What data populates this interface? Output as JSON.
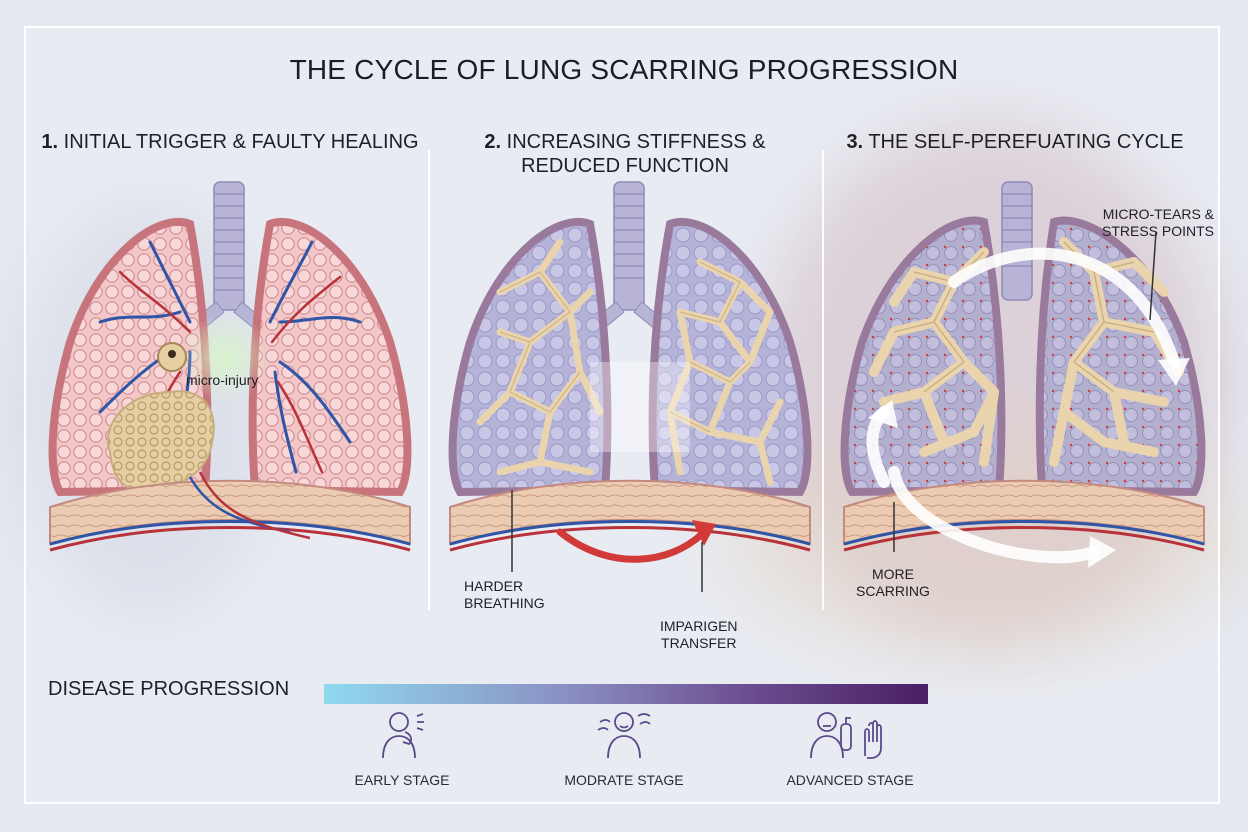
{
  "title": "THE CYCLE OF LUNG SCARRING PROGRESSION",
  "panels": [
    {
      "title_number": "1.",
      "title_text": "INITIAL TRIGGER & FAULTY HEALING",
      "labels": {
        "micro_injury": "micro-injury"
      }
    },
    {
      "title_number": "2.",
      "title_line1": "INCREASING STIFFNESS &",
      "title_line2": "REDUCED FUNCTION",
      "labels": {
        "harder_1": "HARDER",
        "harder_2": "BREATHING",
        "impair_1": "IMPARIGEN",
        "impair_2": "TRANSFER"
      }
    },
    {
      "title_number": "3.",
      "title_text": "THE SELF-PEREFUATING CYCLE",
      "labels": {
        "micro_tears_1": "MICRO-TEARS &",
        "micro_tears_2": "STRESS POINTS",
        "more_1": "MORE",
        "more_2": "SCARRING"
      }
    }
  ],
  "progression": {
    "label": "DISEASE PROGRESSION",
    "stages": [
      {
        "label": "EARLY STAGE",
        "icon": "person-coughing-icon"
      },
      {
        "label": "MODRATE STAGE",
        "icon": "person-breathless-icon"
      },
      {
        "label": "ADVANCED STAGE",
        "icon": "person-oxygen-tank-icon"
      }
    ]
  },
  "colors": {
    "lung_pink": "#d98a8f",
    "tissue_pink": "#f3c6c8",
    "scar_beige": "#e9d4ad",
    "vein_blue": "#2f55a6",
    "artery_red": "#b8323a",
    "trachea": "#b7b4d6",
    "progress_start": "#8fd9ef",
    "progress_end": "#4a1f63"
  }
}
